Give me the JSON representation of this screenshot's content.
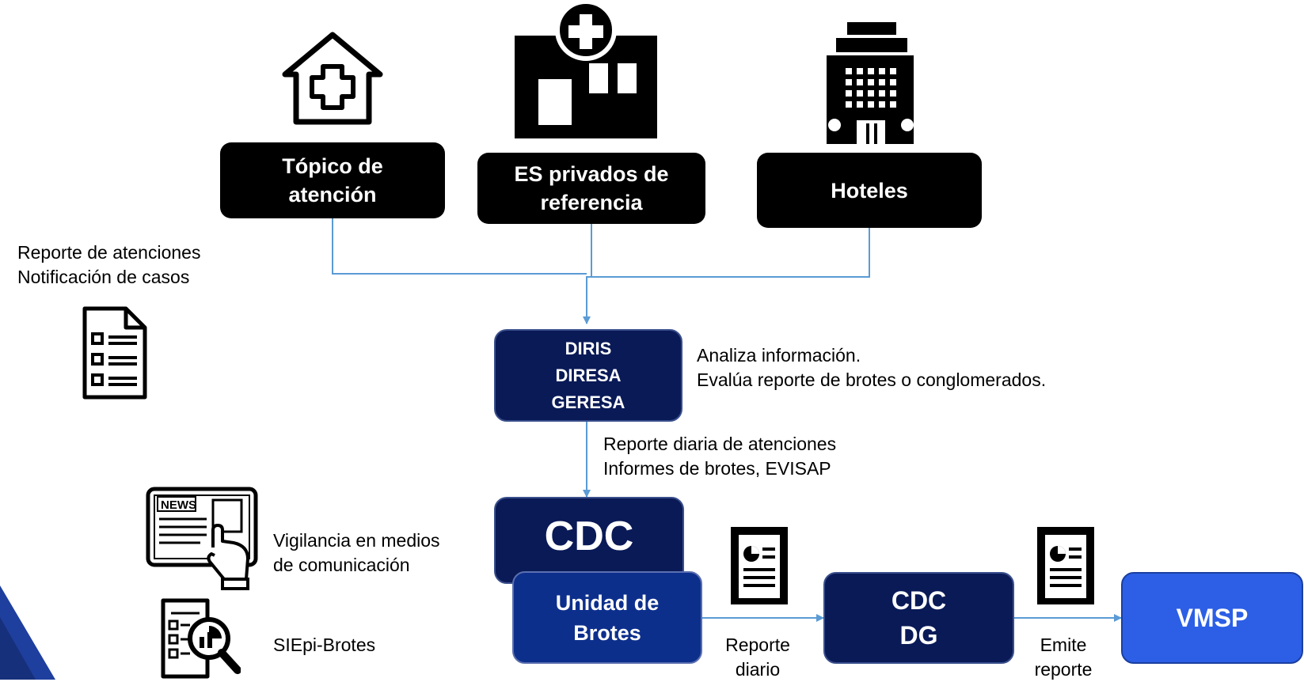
{
  "sources": {
    "topico": [
      "Tópico de",
      "atención"
    ],
    "es_privados": [
      "ES privados de",
      "referencia"
    ],
    "hoteles": "Hoteles"
  },
  "left_notes": [
    "Reporte de atenciones",
    "Notificación de casos"
  ],
  "diris": [
    "DIRIS",
    "DIRESA",
    "GERESA"
  ],
  "diris_notes": [
    "Analiza información.",
    "Evalúa reporte de brotes o conglomerados."
  ],
  "cdc_input_notes": [
    "Reporte diaria de atenciones",
    "Informes de brotes, EVISAP"
  ],
  "cdc": "CDC",
  "unidad": [
    "Unidad de",
    "Brotes"
  ],
  "cdc_dg": [
    "CDC",
    "DG"
  ],
  "vmsp": "VMSP",
  "edge_labels": {
    "reporte_diario": [
      "Reporte",
      "diario"
    ],
    "emite_reporte": [
      "Emite",
      "reporte"
    ]
  },
  "media": [
    "Vigilancia en medios",
    "de comunicación"
  ],
  "news_icon_text": "NEWS",
  "siepi": "SIEpi-Brotes",
  "colors": {
    "black": "#000000",
    "navy": "#0a1a57",
    "unit_blue": "#0d2f8c",
    "vmsp_blue": "#2c5fe6",
    "connector": "#5b9bd5"
  }
}
